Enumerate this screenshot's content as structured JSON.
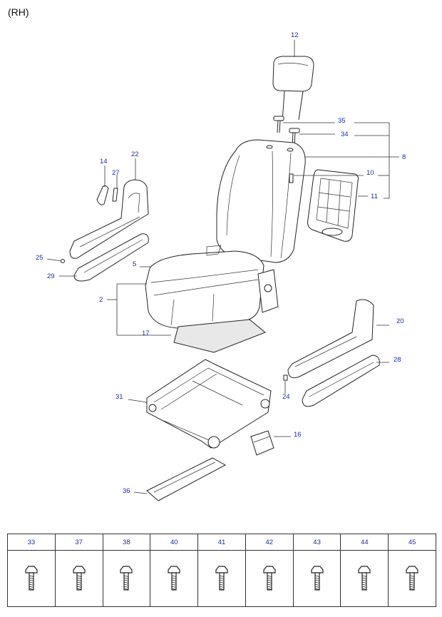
{
  "side_label": "(RH)",
  "callouts": {
    "c12": "12",
    "c35": "35",
    "c34": "34",
    "c8": "8",
    "c10": "10",
    "c11": "11",
    "c14": "14",
    "c22": "22",
    "c27": "27",
    "c25": "25",
    "c29": "29",
    "c5": "5",
    "c2": "2",
    "c17": "17",
    "c20": "20",
    "c28": "28",
    "c24": "24",
    "c31": "31",
    "c16": "16",
    "c36": "36"
  },
  "fasteners": [
    {
      "code": "33",
      "icon": "screw-icon"
    },
    {
      "code": "37",
      "icon": "screw-icon"
    },
    {
      "code": "38",
      "icon": "screw-icon"
    },
    {
      "code": "40",
      "icon": "screw-icon"
    },
    {
      "code": "41",
      "icon": "screw-icon"
    },
    {
      "code": "42",
      "icon": "screw-icon"
    },
    {
      "code": "43",
      "icon": "screw-icon"
    },
    {
      "code": "44",
      "icon": "screw-icon"
    },
    {
      "code": "45",
      "icon": "screw-icon"
    }
  ],
  "colors": {
    "callout": "#1a2aa8",
    "line": "#222222"
  }
}
